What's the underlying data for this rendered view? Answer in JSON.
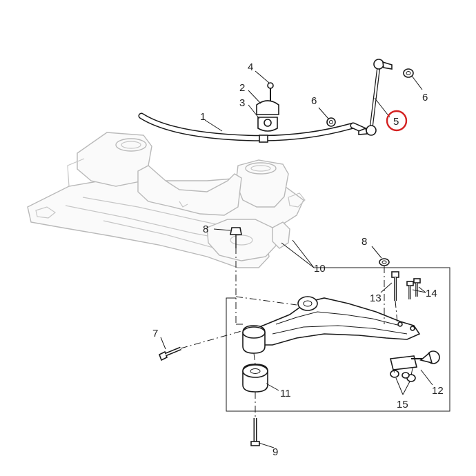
{
  "callouts": {
    "c1": "1",
    "c2": "2",
    "c3": "3",
    "c4": "4",
    "c5": "5",
    "c6a": "6",
    "c6b": "6",
    "c7": "7",
    "c8a": "8",
    "c8b": "8",
    "c9": "9",
    "c10": "10",
    "c11": "11",
    "c12": "12",
    "c13": "13",
    "c14": "14",
    "c15": "15"
  },
  "highlight": {
    "callout": "5",
    "color": "#d42020"
  }
}
